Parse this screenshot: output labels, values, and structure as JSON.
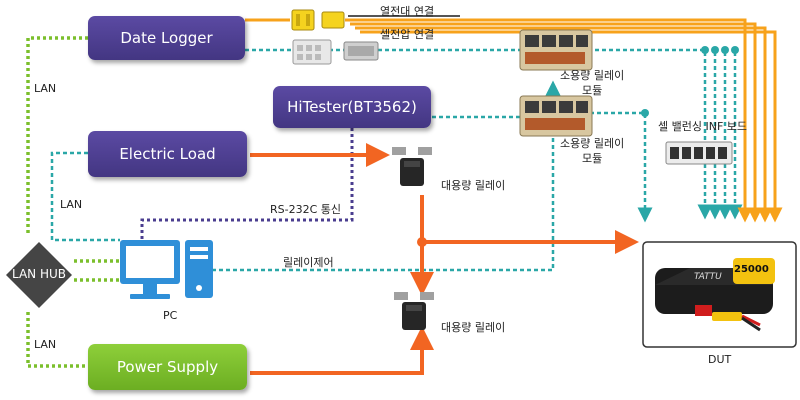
{
  "devices": {
    "date_logger": "Date Logger",
    "hitester": "HiTester(BT3562)",
    "electric_load": "Electric Load",
    "power_supply": "Power Supply",
    "lan_hub": "LAN HUB",
    "pc": "PC",
    "dut": "DUT"
  },
  "labels": {
    "thermocouple": "열전대 연결",
    "cell_voltage": "셀전압 연결",
    "small_relay_1": [
      "소용량 릴레이",
      "모듈"
    ],
    "small_relay_2": [
      "소용량 릴레이",
      "모듈"
    ],
    "cell_balancing": "셀 밸런싱 INF 보드",
    "large_relay_1": "대용량 릴레이",
    "large_relay_2": "대용량 릴레이",
    "rs232c": "RS-232C 통신",
    "relay_control": "릴레이제어",
    "lan_1": "LAN",
    "lan_2": "LAN",
    "lan_3": "LAN",
    "battery_brand": "TATTU",
    "battery_capacity": "25000"
  },
  "colors": {
    "purple": "#4e3f94",
    "green": "#7bbf2c",
    "orange": "#f26522",
    "cable_orange": "#f7a21b",
    "teal": "#2aa7a7",
    "dotted_purple": "#4a3d8f",
    "dotted_green": "#7bbf2c",
    "pc_blue": "#2f8fd8",
    "hub": "#454545"
  }
}
